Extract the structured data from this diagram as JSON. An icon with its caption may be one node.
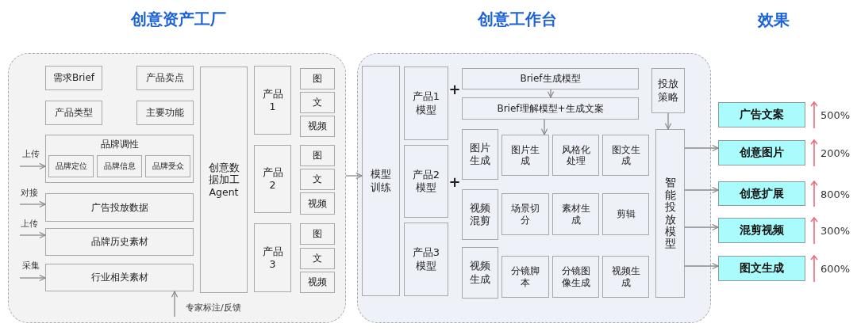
{
  "diagram": {
    "nodes": [
      {
        "text": [
          "创意资产工厂"
        ]
      },
      {
        "text": [
          "需求Brief"
        ],
        "in": 0
      },
      {
        "text": [
          "产品卖点"
        ],
        "in": 0
      },
      {
        "text": [
          "产品类型"
        ],
        "in": 0
      },
      {
        "text": [
          "主要功能"
        ],
        "in": 0
      },
      {
        "text": [
          "品牌调性"
        ],
        "in": 0
      },
      {
        "text": [
          "品牌定位"
        ],
        "in": 5
      },
      {
        "text": [
          "品牌信息"
        ],
        "in": 5
      },
      {
        "text": [
          "品牌受众"
        ],
        "in": 5
      },
      {
        "text": [
          "广告投放数据"
        ],
        "in": 0
      },
      {
        "text": [
          "品牌历史素材"
        ],
        "in": 0
      },
      {
        "text": [
          "行业相关素材"
        ],
        "in": 0
      },
      {
        "text": [
          "创意数据加工Agent"
        ],
        "in": 0
      },
      {
        "text": [
          "产品1"
        ],
        "in": 0
      },
      {
        "text": [
          "图"
        ],
        "in": 0
      },
      {
        "text": [
          "文"
        ],
        "in": 0
      },
      {
        "text": [
          "视频"
        ],
        "in": 0
      },
      {
        "text": [
          "产品2"
        ],
        "in": 0
      },
      {
        "text": [
          "图"
        ],
        "in": 0
      },
      {
        "text": [
          "文"
        ],
        "in": 0
      },
      {
        "text": [
          "视频"
        ],
        "in": 0
      },
      {
        "text": [
          "产品3"
        ],
        "in": 0
      },
      {
        "text": [
          "图"
        ],
        "in": 0
      },
      {
        "text": [
          "文"
        ],
        "in": 0
      },
      {
        "text": [
          "视频"
        ],
        "in": 0
      },
      {
        "text": [
          "创意工作台"
        ]
      },
      {
        "text": [
          "模型训练"
        ],
        "in": 25
      },
      {
        "text": [
          "产品1模型"
        ],
        "in": 25
      },
      {
        "text": [
          "产品2模型"
        ],
        "in": 25
      },
      {
        "text": [
          "产品3模型"
        ],
        "in": 25
      },
      {
        "text": [
          "Brief生成模型"
        ],
        "in": 25
      },
      {
        "text": [
          "Brief理解模型+生成文案"
        ],
        "in": 25
      },
      {
        "text": [
          "投放策略"
        ],
        "in": 25
      },
      {
        "text": [
          "图片生成"
        ],
        "in": 25
      },
      {
        "text": [
          "图片生成"
        ],
        "in": 25
      },
      {
        "text": [
          "风格化处理"
        ],
        "in": 25
      },
      {
        "text": [
          "图文生成"
        ],
        "in": 25
      },
      {
        "text": [
          "视频混剪"
        ],
        "in": 25
      },
      {
        "text": [
          "场景切分"
        ],
        "in": 25
      },
      {
        "text": [
          "素材生成"
        ],
        "in": 25
      },
      {
        "text": [
          "剪辑"
        ],
        "in": 25
      },
      {
        "text": [
          "视频生成"
        ],
        "in": 25
      },
      {
        "text": [
          "分镜脚本"
        ],
        "in": 25
      },
      {
        "text": [
          "分镜图像生成"
        ],
        "in": 25
      },
      {
        "text": [
          "视频生成"
        ],
        "in": 25
      },
      {
        "text": [
          "智能投放模型"
        ],
        "in": 25
      },
      {
        "text": [
          "广告文案"
        ],
        "beside": [
          "500%"
        ]
      },
      {
        "text": [
          "创意图片"
        ],
        "beside": [
          "200%"
        ]
      },
      {
        "text": [
          "创意扩展"
        ],
        "beside": [
          "800%"
        ]
      },
      {
        "text": [
          "混剪视频"
        ],
        "beside": [
          "300%"
        ]
      },
      {
        "text": [
          "图文生成"
        ],
        "beside": [
          "600%"
        ]
      }
    ],
    "edges": [
      {
        "from": null,
        "to": 5,
        "arrow": "to",
        "label": "上传"
      },
      {
        "from": null,
        "to": 9,
        "arrow": "to",
        "label": "对接"
      },
      {
        "from": null,
        "to": 10,
        "arrow": "to",
        "label": "上传"
      },
      {
        "from": null,
        "to": 11,
        "arrow": "to",
        "label": "采集"
      },
      {
        "from": null,
        "to": 11,
        "arrow": "to",
        "label": "专家标注/反馈"
      },
      {
        "from": 0,
        "to": 26,
        "arrow": "to"
      },
      {
        "from": 30,
        "to": 31,
        "arrow": "to"
      },
      {
        "from": 31,
        "to": 34,
        "arrow": "to"
      },
      {
        "from": 32,
        "to": 45,
        "arrow": "to"
      },
      {
        "from": 45,
        "to": 47,
        "arrow": "to"
      },
      {
        "from": 45,
        "to": 48,
        "arrow": "to"
      },
      {
        "from": 45,
        "to": 49,
        "arrow": "to"
      },
      {
        "from": 45,
        "to": 50,
        "arrow": "to"
      }
    ],
    "labels": [
      "效果",
      "+",
      "+"
    ]
  }
}
